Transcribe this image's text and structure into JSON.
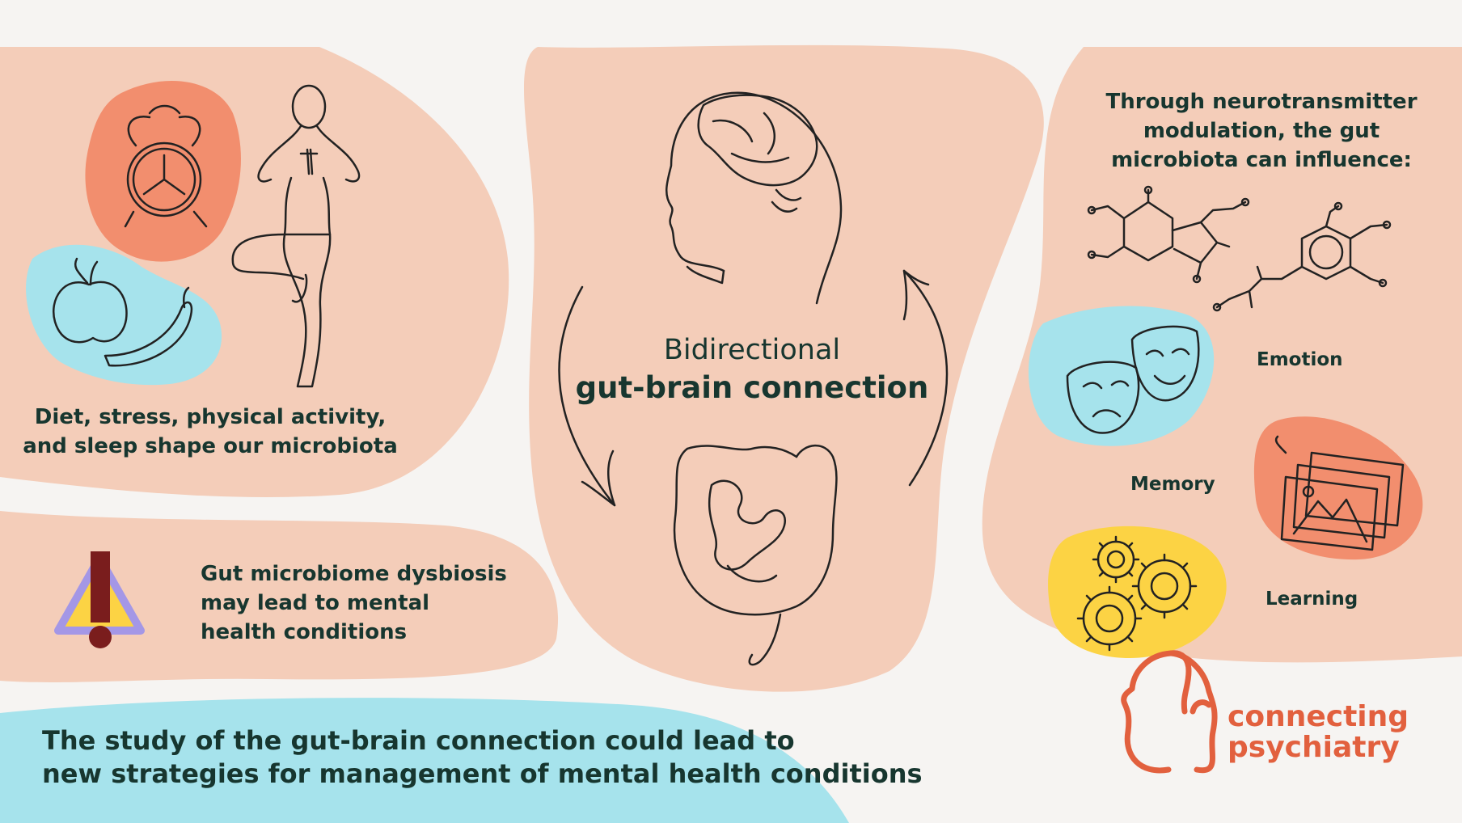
{
  "infographic": {
    "left_caption": {
      "line1": "Diet, stress, physical activity,",
      "line2": "and sleep shape our microbiota"
    },
    "dysbiosis": {
      "line1": "Gut microbiome dysbiosis",
      "line2": "may lead to mental",
      "line3": "health conditions"
    },
    "center": {
      "line1": "Bidirectional",
      "line2": "gut-brain connection"
    },
    "right_caption": {
      "line1": "Through neurotransmitter",
      "line2": "modulation, the gut",
      "line3": "microbiota can influence:"
    },
    "influences": {
      "emotion": "Emotion",
      "memory": "Memory",
      "learning": "Learning"
    },
    "bottom": {
      "line1": "The study of the gut-brain connection could lead to",
      "line2": "new strategies for management of mental health conditions"
    },
    "logo": {
      "line1": "connecting",
      "line2": "psychiatry"
    }
  },
  "icons": [
    "alarm-clock-icon",
    "yoga-pose-icon",
    "apple-icon",
    "pepper-icon",
    "warning-triangle-icon",
    "head-brain-icon",
    "intestines-icon",
    "molecule-icon",
    "theater-masks-icon",
    "photo-frames-icon",
    "gears-icon",
    "connecting-psychiatry-logo-icon"
  ],
  "colors": {
    "background": "#f6f4f2",
    "blob_peach": "#f4cdb9",
    "blob_cyan": "#a6e3ec",
    "blob_orange": "#f28e6e",
    "blob_yellow": "#fcd344",
    "warning_purple": "#a497e6",
    "warning_red": "#7a1d1d",
    "text": "#17362f",
    "brand": "#e2603e"
  }
}
